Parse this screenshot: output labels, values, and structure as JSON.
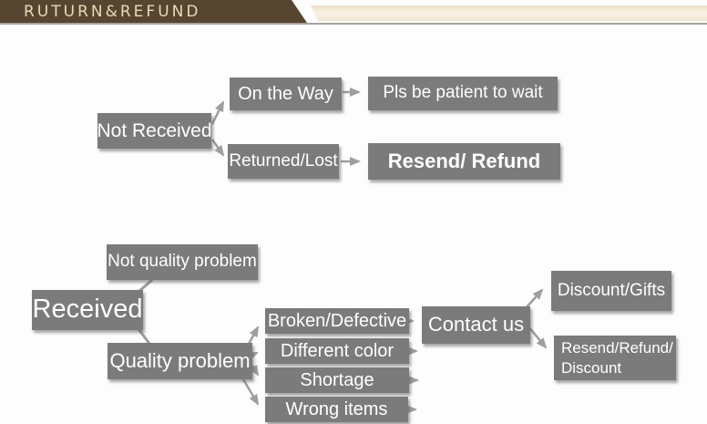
{
  "header": {
    "title": "RUTURN&REFUND"
  },
  "nodes": {
    "not_received": "Not Received",
    "on_the_way": "On the Way",
    "pls_be_patient": "Pls be patient to wait",
    "returned_lost": "Returned/Lost",
    "resend_refund": "Resend/ Refund",
    "not_quality_problem": "Not quality problem",
    "received": "Received",
    "quality_problem": "Quality problem",
    "broken_defective": "Broken/Defective",
    "different_color": "Different color",
    "shortage": "Shortage",
    "wrong_items": "Wrong items",
    "contact_us": "Contact us",
    "discount_gifts": "Discount/Gifts",
    "resend_refund_discount": "Resend/Refund/\nDiscount"
  },
  "edges": [
    {
      "from": "Not Received",
      "to": "On the Way"
    },
    {
      "from": "Not Received",
      "to": "Returned/Lost"
    },
    {
      "from": "On the Way",
      "to": "Pls be patient to wait"
    },
    {
      "from": "Returned/Lost",
      "to": "Resend/ Refund"
    },
    {
      "from": "Received",
      "to": "Not quality problem"
    },
    {
      "from": "Received",
      "to": "Quality problem"
    },
    {
      "from": "Quality problem",
      "to": "Broken/Defective"
    },
    {
      "from": "Quality problem",
      "to": "Different color"
    },
    {
      "from": "Quality problem",
      "to": "Shortage"
    },
    {
      "from": "Quality problem",
      "to": "Wrong items"
    },
    {
      "from": "Broken/Defective",
      "to": "Contact us"
    },
    {
      "from": "Different color",
      "to": "Contact us"
    },
    {
      "from": "Shortage",
      "to": "Contact us"
    },
    {
      "from": "Wrong items",
      "to": "Contact us"
    },
    {
      "from": "Contact us",
      "to": "Discount/Gifts"
    },
    {
      "from": "Contact us",
      "to": "Resend/Refund/Discount"
    }
  ],
  "colors": {
    "node_bg": "#7b7b7b",
    "node_text": "#ffffff",
    "arrow": "#9e9e9e",
    "banner_bg": "#564631",
    "banner_text": "#ead9b5",
    "ribbon_bg": "#f4ead7",
    "underline": "#a8a29a"
  }
}
